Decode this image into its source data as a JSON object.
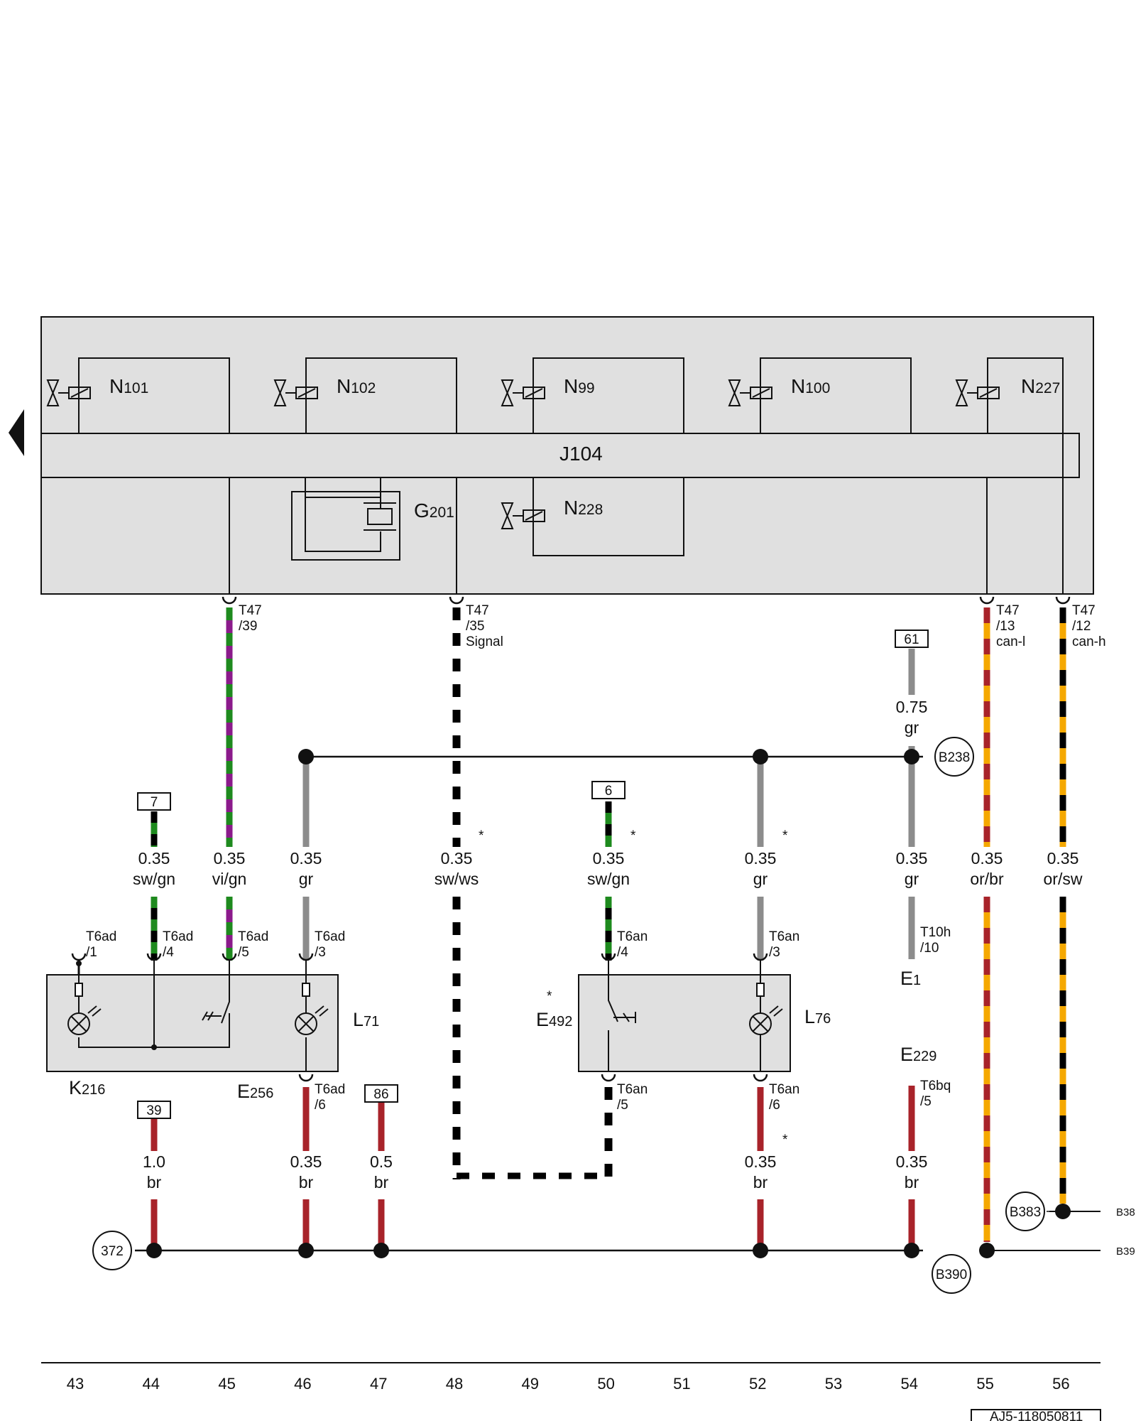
{
  "module": {
    "name": "J104"
  },
  "valves": [
    {
      "letter": "N",
      "num": "101"
    },
    {
      "letter": "N",
      "num": "102"
    },
    {
      "letter": "N",
      "num": "99"
    },
    {
      "letter": "N",
      "num": "100"
    },
    {
      "letter": "N",
      "num": "227"
    },
    {
      "letter": "N",
      "num": "228"
    }
  ],
  "sensor": {
    "letter": "G",
    "num": "201"
  },
  "connectors": [
    {
      "pin": "T47",
      "sub": "/39",
      "extra": ""
    },
    {
      "pin": "T47",
      "sub": "/35",
      "extra": "Signal"
    },
    {
      "pin": "T47",
      "sub": "/13",
      "extra": "can-l"
    },
    {
      "pin": "T47",
      "sub": "/12",
      "extra": "can-h"
    },
    {
      "pin": "T6ad",
      "sub": "/1",
      "extra": ""
    },
    {
      "pin": "T6ad",
      "sub": "/4",
      "extra": ""
    },
    {
      "pin": "T6ad",
      "sub": "/5",
      "extra": ""
    },
    {
      "pin": "T6ad",
      "sub": "/3",
      "extra": ""
    },
    {
      "pin": "T6an",
      "sub": "/4",
      "extra": ""
    },
    {
      "pin": "T6an",
      "sub": "/3",
      "extra": ""
    },
    {
      "pin": "T10h",
      "sub": "/10",
      "extra": ""
    },
    {
      "pin": "T6ad",
      "sub": "/6",
      "extra": ""
    },
    {
      "pin": "T6an",
      "sub": "/5",
      "extra": ""
    },
    {
      "pin": "T6an",
      "sub": "/6",
      "extra": ""
    },
    {
      "pin": "T6bq",
      "sub": "/5",
      "extra": ""
    }
  ],
  "wires": [
    {
      "gauge": "0.35",
      "color": "sw/gn"
    },
    {
      "gauge": "0.35",
      "color": "vi/gn"
    },
    {
      "gauge": "0.35",
      "color": "gr"
    },
    {
      "gauge": "0.35",
      "color": "sw/ws"
    },
    {
      "gauge": "0.35",
      "color": "sw/gn"
    },
    {
      "gauge": "0.35",
      "color": "gr"
    },
    {
      "gauge": "0.35",
      "color": "gr"
    },
    {
      "gauge": "0.35",
      "color": "or/br"
    },
    {
      "gauge": "0.35",
      "color": "or/sw"
    },
    {
      "gauge": "0.75",
      "color": "gr"
    },
    {
      "gauge": "1.0",
      "color": "br"
    },
    {
      "gauge": "0.35",
      "color": "br"
    },
    {
      "gauge": "0.5",
      "color": "br"
    },
    {
      "gauge": "0.35",
      "color": "br"
    },
    {
      "gauge": "0.35",
      "color": "br"
    }
  ],
  "box_refs": [
    "7",
    "6",
    "61",
    "39",
    "86"
  ],
  "circle_refs": [
    "B238",
    "372",
    "B383",
    "B390"
  ],
  "components": [
    {
      "letter": "L",
      "num": "71"
    },
    {
      "letter": "E",
      "num": "492"
    },
    {
      "letter": "L",
      "num": "76"
    },
    {
      "letter": "E",
      "num": "1"
    },
    {
      "letter": "E",
      "num": "229"
    },
    {
      "letter": "K",
      "num": "216"
    },
    {
      "letter": "E",
      "num": "256"
    }
  ],
  "star": "*",
  "edge_refs": [
    "B38",
    "B39"
  ],
  "grid_numbers": [
    "43",
    "44",
    "45",
    "46",
    "47",
    "48",
    "49",
    "50",
    "51",
    "52",
    "53",
    "54",
    "55",
    "56"
  ],
  "doc_id": "AJ5-118050811",
  "wire_colors": {
    "sw": "#000000",
    "gn": "#1e8a1e",
    "vi": "#8b1a8b",
    "gr": "#8c8c8c",
    "ws": "#ffffff",
    "or": "#f5a800",
    "br": "#a8232a",
    "module_fill": "#e0e0e0"
  }
}
